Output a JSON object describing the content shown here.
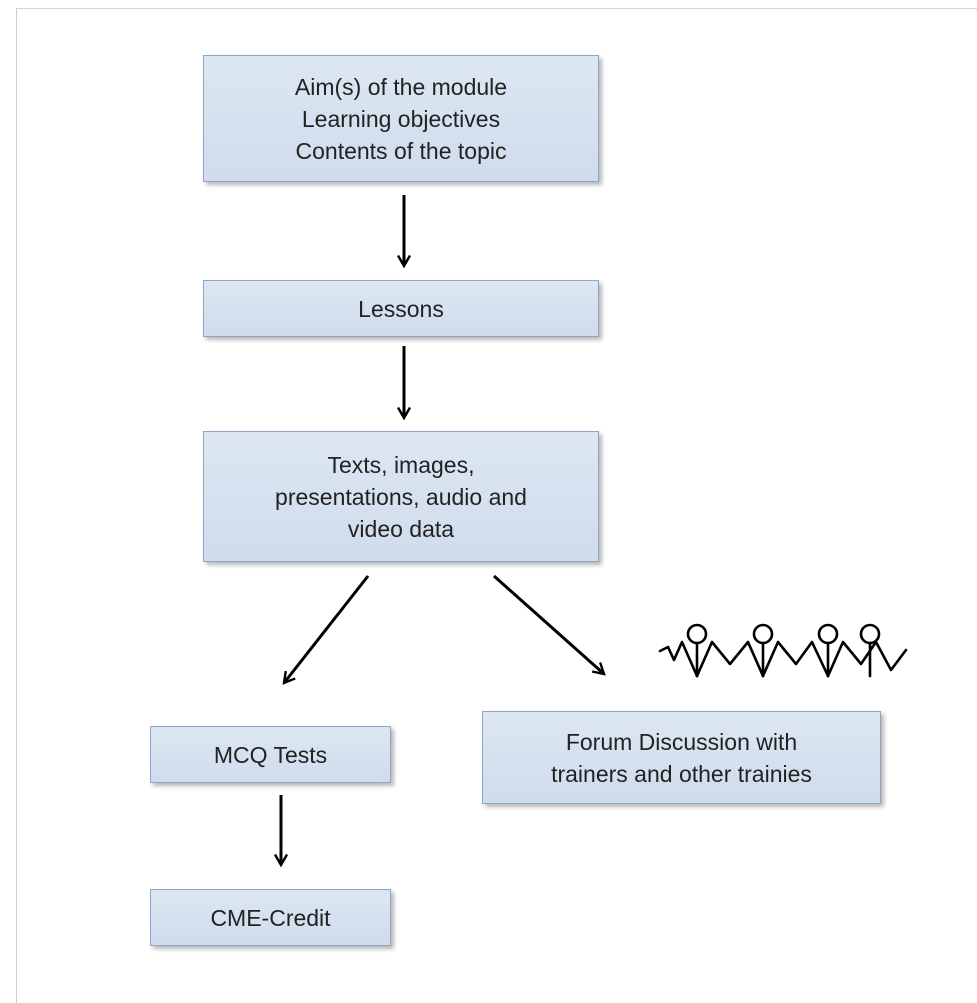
{
  "nodes": {
    "module_info": {
      "lines": [
        "Aim(s) of the module",
        "Learning objectives",
        "Contents of the topic"
      ]
    },
    "lessons": {
      "lines": [
        "Lessons"
      ]
    },
    "media": {
      "lines": [
        "Texts, images,",
        "presentations, audio and",
        "video data"
      ]
    },
    "mcq_tests": {
      "lines": [
        "MCQ Tests"
      ]
    },
    "forum": {
      "lines": [
        "Forum Discussion with",
        "trainers and other trainies"
      ]
    },
    "cme_credit": {
      "lines": [
        "CME-Credit"
      ]
    }
  },
  "edges": [
    {
      "from": "module_info",
      "to": "lessons"
    },
    {
      "from": "lessons",
      "to": "media"
    },
    {
      "from": "media",
      "to": "mcq_tests"
    },
    {
      "from": "media",
      "to": "forum"
    },
    {
      "from": "mcq_tests",
      "to": "cme_credit"
    }
  ],
  "icons": {
    "people": "people-holding-hands-icon"
  }
}
